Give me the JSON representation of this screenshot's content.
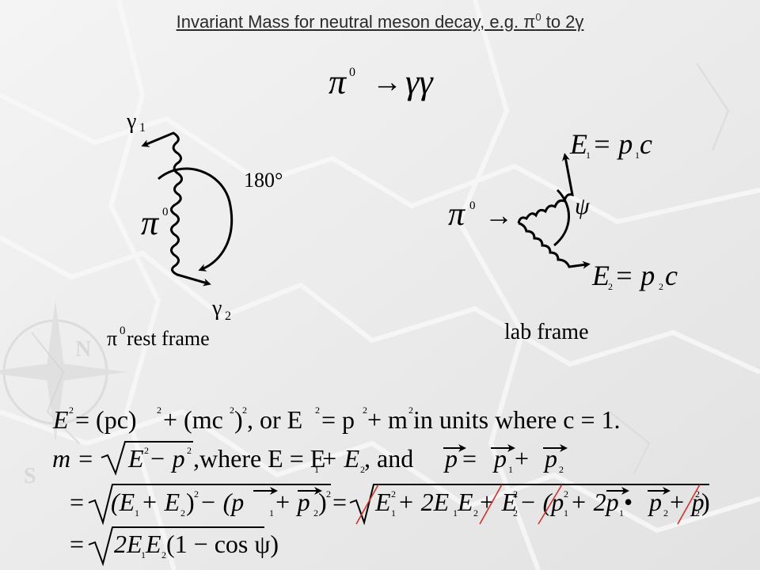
{
  "slide": {
    "title_main": "Invariant Mass for neutral meson decay, e.g. π",
    "title_sup": "0",
    "title_tail": " to 2γ",
    "reaction": {
      "parent": "π",
      "parent_sup": "0",
      "arrow": "→",
      "products": "γγ"
    }
  },
  "rest_frame": {
    "gamma1": "γ",
    "gamma1_sub": "1",
    "gamma2": "γ",
    "gamma2_sub": "2",
    "angle": "180°",
    "pion": "π",
    "pion_sup": "0",
    "caption_symbol": "π",
    "caption_sup": "0",
    "caption_text": " rest frame"
  },
  "lab_frame": {
    "pion": "π",
    "pion_sup": "0",
    "arrow": "→",
    "E1_eq": "E",
    "E1_sub": "1",
    "E1_rhs": " = p",
    "E1_rhs_sub": "1",
    "E1_c": "c",
    "E2_eq": "E",
    "E2_sub": "2",
    "E2_rhs": " = p",
    "E2_rhs_sub": "2",
    "E2_c": "c",
    "angle": "ψ",
    "caption": "lab frame"
  },
  "equations": {
    "eq1_a": "E",
    "eq1_b": " = (pc)",
    "eq1_c": " + (mc",
    "eq1_d": ")",
    "eq1_e": ",  or E",
    "eq1_f": " = p",
    "eq1_g": " + m",
    "eq1_h": "  in units where c = 1.",
    "sq": "2",
    "eq2_a": "m = ",
    "eq2_rad": "E",
    "eq2_rad2": " − p",
    "eq2_b": ",where E = E",
    "eq2_b_sub1": "1",
    "eq2_b2": " + E",
    "eq2_b_sub2": "2",
    "eq2_c": ",  and ",
    "eq2_p": "p",
    "eq2_eq": " = ",
    "eq2_p1": "p",
    "eq2_p1_sub": "1",
    "eq2_plus": " + ",
    "eq2_p2": "p",
    "eq2_p2_sub": "2",
    "eq3_left": "= ",
    "eq3_rad_a": "(E",
    "eq3_rad_b": " + E",
    "eq3_rad_c": ")",
    "eq3_rad_d": " − (p",
    "eq3_rad_e": " + p",
    "eq3_rad_f": ")",
    "eq3_mid": " = ",
    "eq3_r_a": "E",
    "eq3_r_b": " + 2E",
    "eq3_r_c": "E",
    "eq3_r_d": " + E",
    "eq3_r_e": " − (p",
    "eq3_r_f": " + 2p",
    "eq3_r_dot": " • ",
    "eq3_r_g": "p",
    "eq3_r_h": " + p",
    "eq3_r_i": ")",
    "sub1": "1",
    "sub2": "2",
    "eq4_left": "= ",
    "eq4_rad": "2E",
    "eq4_rad_b": "E",
    "eq4_rad_c": "(1 − cos ψ)"
  },
  "colors": {
    "strike": "#d0332b",
    "title": "#2a2a2a",
    "ink": "#000000"
  }
}
